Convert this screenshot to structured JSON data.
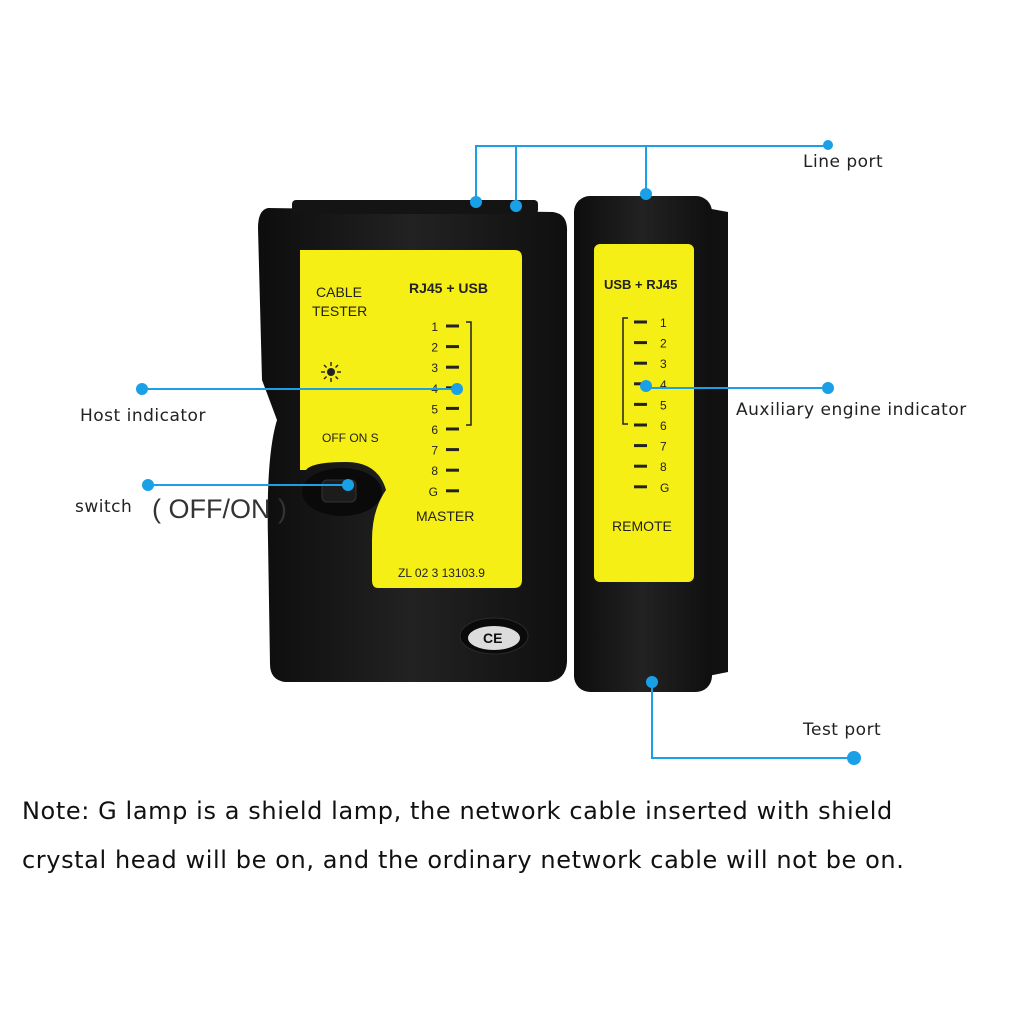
{
  "labels": {
    "line_port": "Line port",
    "host_indicator": "Host indicator",
    "auxiliary_indicator": "Auxiliary engine indicator",
    "switch": "switch",
    "switch_state": "( OFF/ON )",
    "test_port": "Test port"
  },
  "master_unit": {
    "brand_line1": "CABLE",
    "brand_line2": "TESTER",
    "connector": "RJ45 + USB",
    "switch_label": "OFF ON S",
    "leds": [
      "1",
      "2",
      "3",
      "4",
      "5",
      "6",
      "7",
      "8",
      "G"
    ],
    "name": "MASTER",
    "model": "ZL  02  3   13103.9",
    "mark": "CE"
  },
  "remote_unit": {
    "connector": "USB + RJ45",
    "leds": [
      "1",
      "2",
      "3",
      "4",
      "5",
      "6",
      "7",
      "8",
      "G"
    ],
    "name": "REMOTE"
  },
  "note": {
    "line1": "Note: G lamp is a shield lamp, the network cable inserted with shield",
    "line2": "crystal head will be on, and the ordinary network cable will not be on."
  },
  "colors": {
    "callout": "#1aa0e6",
    "body": "#161616",
    "panel": "#f6ef16",
    "text_dark": "#222222"
  }
}
